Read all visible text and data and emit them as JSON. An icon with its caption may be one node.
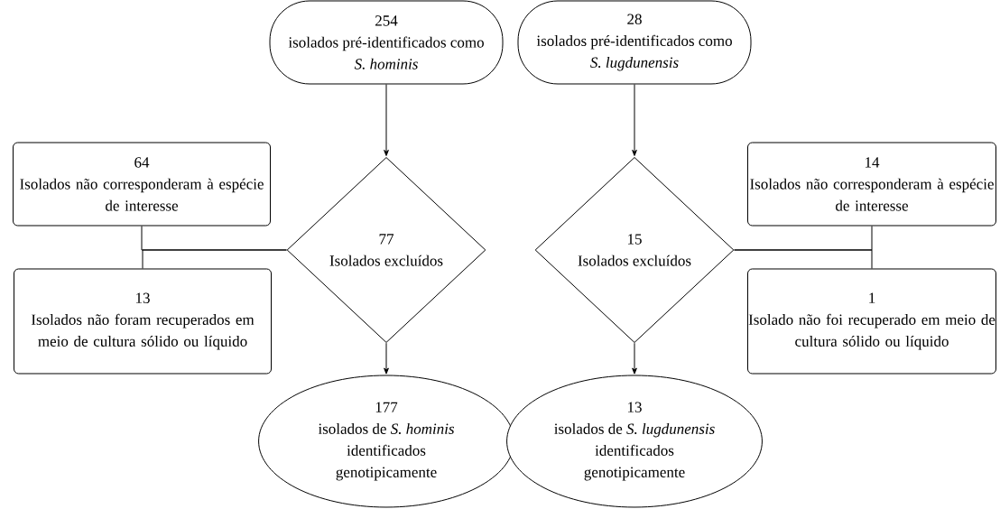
{
  "diagram": {
    "nodes": [
      {
        "text": [
          "254",
          "isolados pré-identificados como *S. hominis*"
        ]
      },
      {
        "text": [
          "28",
          "isolados pré-identificados como *S. lugdunensis*"
        ]
      },
      {
        "text": [
          "64",
          "Isolados não corresponderam à espécie de interesse"
        ]
      },
      {
        "text": [
          "77",
          "Isolados excluídos"
        ]
      },
      {
        "text": [
          "13",
          "Isolados não foram recuperados em meio de cultura sólido ou líquido"
        ]
      },
      {
        "text": [
          "15",
          "Isolados excluídos"
        ]
      },
      {
        "text": [
          "14",
          "Isolados não corresponderam à espécie de interesse"
        ]
      },
      {
        "text": [
          "1",
          "Isolado não foi recuperado em meio de cultura sólido ou líquido"
        ]
      },
      {
        "text": [
          "177",
          "isolados de *S. hominis* identificados genotipicamente"
        ]
      },
      {
        "text": [
          "13",
          "isolados de *S. lugdunensis* identificados genotipicamente"
        ]
      }
    ],
    "edges": [
      {
        "from": 0,
        "to": 3,
        "arrow": "to"
      },
      {
        "from": 1,
        "to": 5,
        "arrow": "to"
      },
      {
        "from": 3,
        "to": 2,
        "arrow": "none"
      },
      {
        "from": 3,
        "to": 4,
        "arrow": "none"
      },
      {
        "from": 5,
        "to": 6,
        "arrow": "none"
      },
      {
        "from": 5,
        "to": 7,
        "arrow": "none"
      },
      {
        "from": 3,
        "to": 8,
        "arrow": "to"
      },
      {
        "from": 5,
        "to": 9,
        "arrow": "to"
      }
    ]
  }
}
